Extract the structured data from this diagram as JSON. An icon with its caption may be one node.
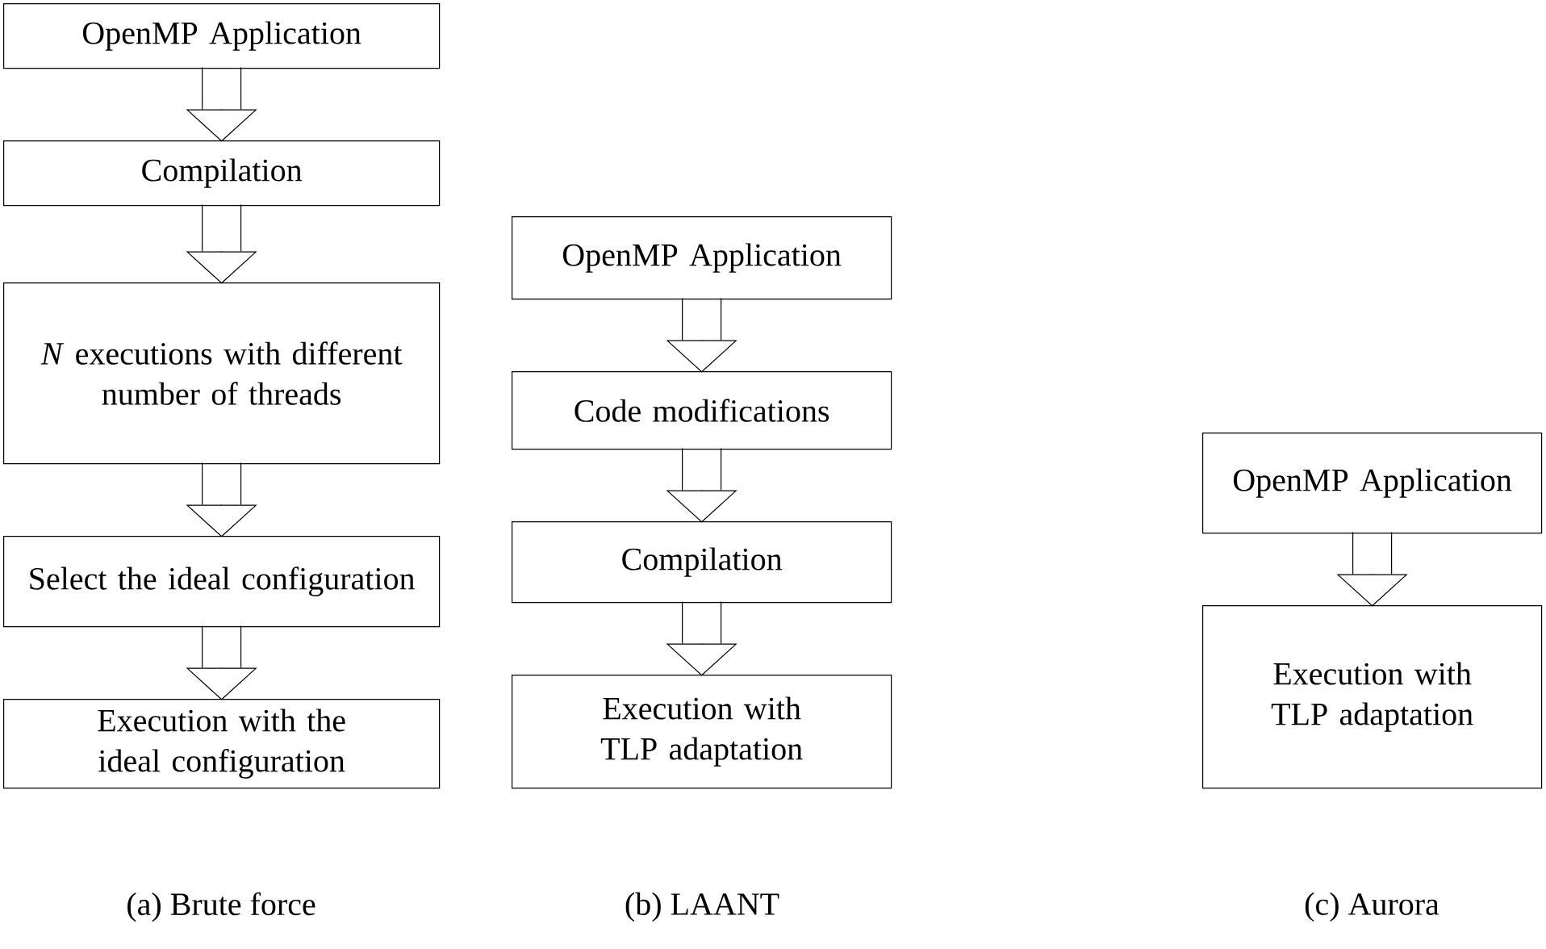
{
  "diagram": {
    "nodes": [
      {
        "text": [
          "OpenMP Application"
        ]
      },
      {
        "text": [
          "Compilation"
        ]
      },
      {
        "text": [
          "*N* executions with different number of threads"
        ]
      },
      {
        "text": [
          "Select the ideal configuration"
        ]
      },
      {
        "text": [
          "Execution with the ideal configuration"
        ]
      },
      {
        "text": [
          "OpenMP Application"
        ]
      },
      {
        "text": [
          "Code modifications"
        ]
      },
      {
        "text": [
          "Compilation"
        ]
      },
      {
        "text": [
          "Execution with TLP adaptation"
        ]
      },
      {
        "text": [
          "OpenMP Application"
        ]
      },
      {
        "text": [
          "Execution with TLP adaptation"
        ]
      }
    ],
    "edges": [
      {
        "from": 0,
        "to": 1,
        "arrow": "to"
      },
      {
        "from": 1,
        "to": 2,
        "arrow": "to"
      },
      {
        "from": 2,
        "to": 3,
        "arrow": "to"
      },
      {
        "from": 3,
        "to": 4,
        "arrow": "to"
      },
      {
        "from": 5,
        "to": 6,
        "arrow": "to"
      },
      {
        "from": 6,
        "to": 7,
        "arrow": "to"
      },
      {
        "from": 7,
        "to": 8,
        "arrow": "to"
      },
      {
        "from": 9,
        "to": 10,
        "arrow": "to"
      }
    ],
    "labels": [
      "(a)  Brute force",
      "(b)  LAANT",
      "(c)  Aurora"
    ]
  }
}
